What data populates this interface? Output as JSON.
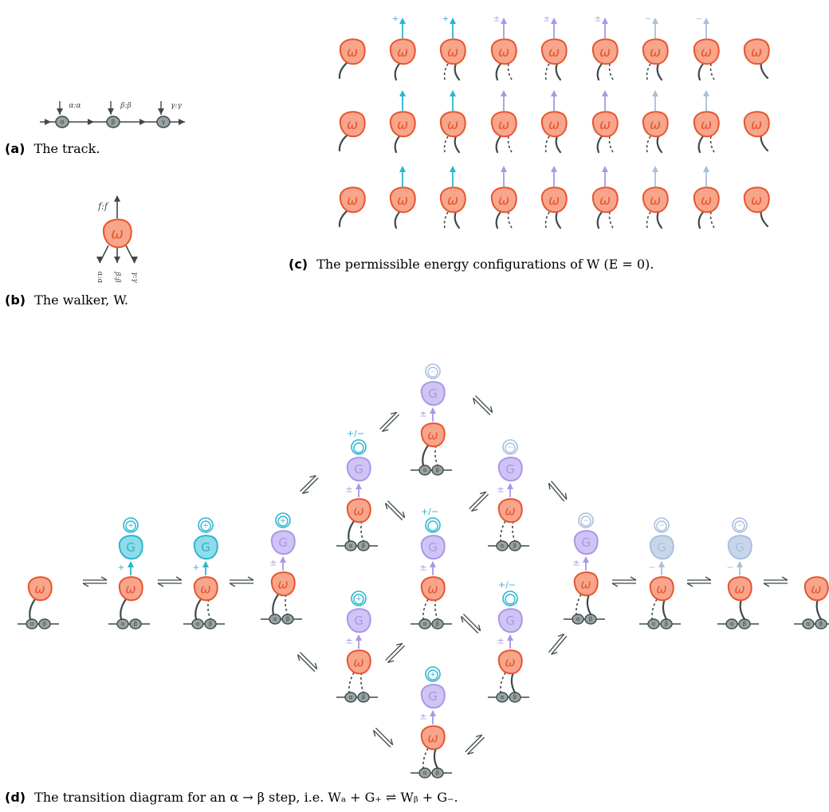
{
  "captions": {
    "a": {
      "tag": "(a)",
      "text": "The track."
    },
    "b": {
      "tag": "(b)",
      "text": "The walker, W."
    },
    "c": {
      "tag": "(c)",
      "text": "The permissible energy configurations of W (E = 0)."
    },
    "d": {
      "tag": "(d)",
      "text": "The transition diagram for an α → β step, i.e. Wₐ + G₊ ⇌ Wᵦ + G₋."
    }
  },
  "track": {
    "sites": [
      "α",
      "β",
      "γ"
    ],
    "labels": [
      "α:α",
      "β:β",
      "γ:γ"
    ]
  },
  "walker": {
    "symbol": "ω",
    "top_label": "f:f",
    "leg_labels": [
      "α:α",
      "β:β",
      "γ:γ"
    ]
  },
  "fuel": {
    "symbol": "G",
    "charges": {
      "plus": "+",
      "minus": "−",
      "pm": "±",
      "plusminus_slash": "+/−"
    }
  },
  "colors": {
    "walker_fill": "#f7a58b",
    "walker_stroke": "#e8542e",
    "ink": "#3d4a4a",
    "cyan": "#2bb5d1",
    "cyan_fill": "#8fdbe8",
    "lavender": "#a898e6",
    "lavender_fill": "#cfc4f5",
    "pale_blue": "#a8bfdc",
    "pale_blue_fill": "#c9d6ea",
    "track_fill": "#9aa3a3"
  }
}
